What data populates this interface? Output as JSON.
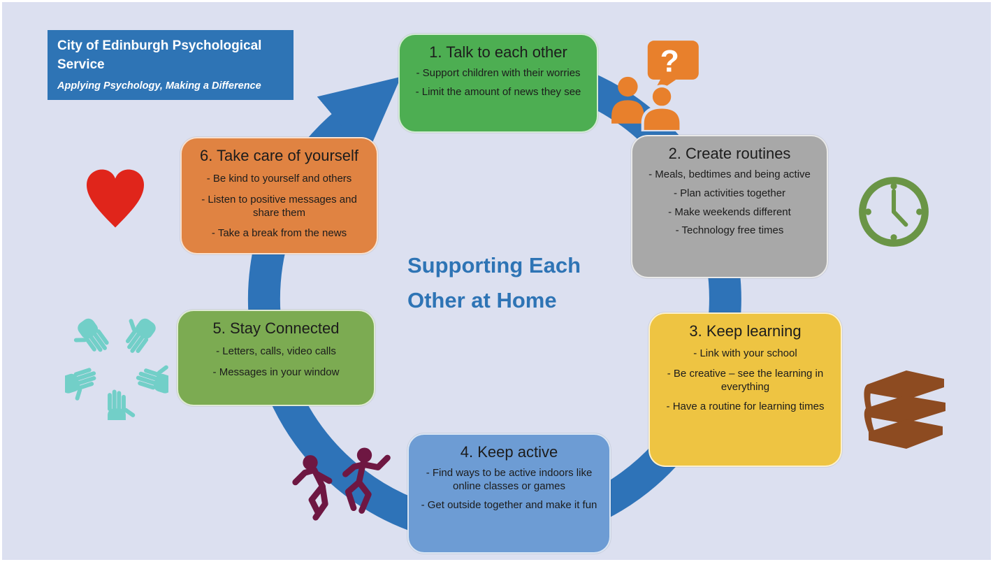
{
  "header": {
    "title": "City of Edinburgh Psychological Service",
    "tagline": "Applying Psychology, Making a Difference"
  },
  "center_title": {
    "line1": "Supporting Each",
    "line2": "Other at Home"
  },
  "boxes": [
    {
      "id": "talk",
      "title": "1. Talk to each other",
      "bullets": [
        "- Support children with their worries",
        "- Limit  the amount of news they see"
      ],
      "color": "#4DAE52"
    },
    {
      "id": "routines",
      "title": "2. Create routines",
      "bullets": [
        "- Meals, bedtimes and being active",
        "- Plan activities together",
        "- Make weekends different",
        "- Technology free times"
      ],
      "color": "#A8A8A8"
    },
    {
      "id": "learning",
      "title": "3. Keep learning",
      "bullets": [
        "- Link with your school",
        "- Be creative – see the learning in everything",
        "- Have a routine for learning times"
      ],
      "color": "#EEC442"
    },
    {
      "id": "active",
      "title": "4. Keep active",
      "bullets": [
        "- Find ways to be active indoors like online classes or games",
        "- Get outside together and make it fun"
      ],
      "color": "#6D9CD4"
    },
    {
      "id": "connected",
      "title": "5. Stay Connected",
      "bullets": [
        "- Letters, calls, video calls",
        "- Messages in your window"
      ],
      "color": "#7CAB52"
    },
    {
      "id": "selfcare",
      "title": "6. Take care of yourself",
      "bullets": [
        "-  Be kind to yourself and others",
        "- Listen to positive messages and share them",
        "- Take a break from the news"
      ],
      "color": "#E08342"
    }
  ],
  "icons": {
    "people_question": {
      "name": "people-question-icon",
      "color": "#E8802C",
      "question_mark": "?"
    },
    "clock": {
      "name": "clock-icon",
      "color": "#6A9546"
    },
    "books": {
      "name": "books-icon",
      "color": "#8D4B21"
    },
    "dancers": {
      "name": "dancers-icon",
      "color": "#6E1742"
    },
    "hands": {
      "name": "hands-icon",
      "color": "#72CFC8"
    },
    "heart": {
      "name": "heart-icon",
      "color": "#E0251B"
    }
  },
  "colors": {
    "background": "#DCE0F0",
    "arrow_ring": "#2E73B8",
    "header_background": "#2E74B5",
    "center_title_text": "#2E74B5"
  }
}
